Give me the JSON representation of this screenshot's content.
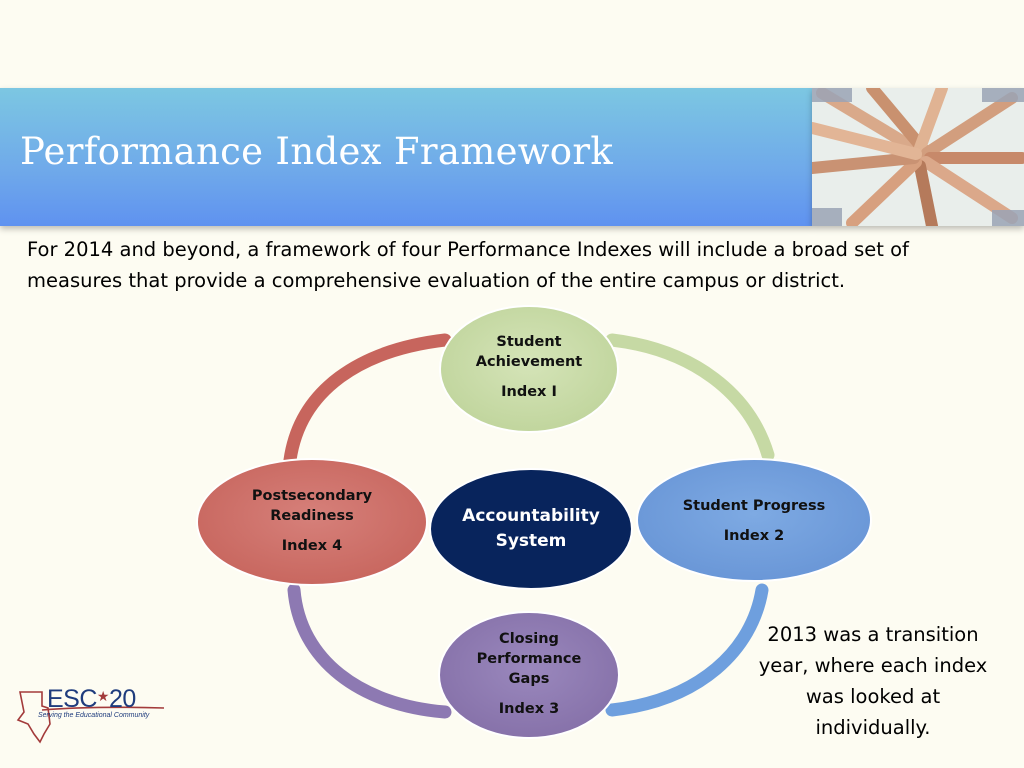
{
  "slide": {
    "title": "Performance Index Framework",
    "intro": "For 2014 and beyond, a framework of four Performance Indexes will include a broad set of measures that provide a comprehensive evaluation of the entire campus or district.",
    "note": "2013 was a transition year, where each index was looked at individually."
  },
  "diagram": {
    "center": {
      "label_line1": "Accountability",
      "label_line2": "System",
      "color": "#08245c"
    },
    "nodes": [
      {
        "label_line1": "Student",
        "label_line2": "Achievement",
        "index": "Index I",
        "color": "#c6d9a4"
      },
      {
        "label_line1": "Student Progress",
        "label_line2": "",
        "index": "Index 2",
        "color": "#6e9fde"
      },
      {
        "label_line1": "Closing",
        "label_line2": "Performance",
        "label_line3": "Gaps",
        "index": "Index 3",
        "color": "#8d79b2"
      },
      {
        "label_line1": "Postsecondary",
        "label_line2": "Readiness",
        "index": "Index 4",
        "color": "#cc6e66"
      }
    ]
  },
  "logo": {
    "name": "ESC",
    "number": "20",
    "tagline": "Serving the Educational Community",
    "color": "#1f3c7d"
  }
}
